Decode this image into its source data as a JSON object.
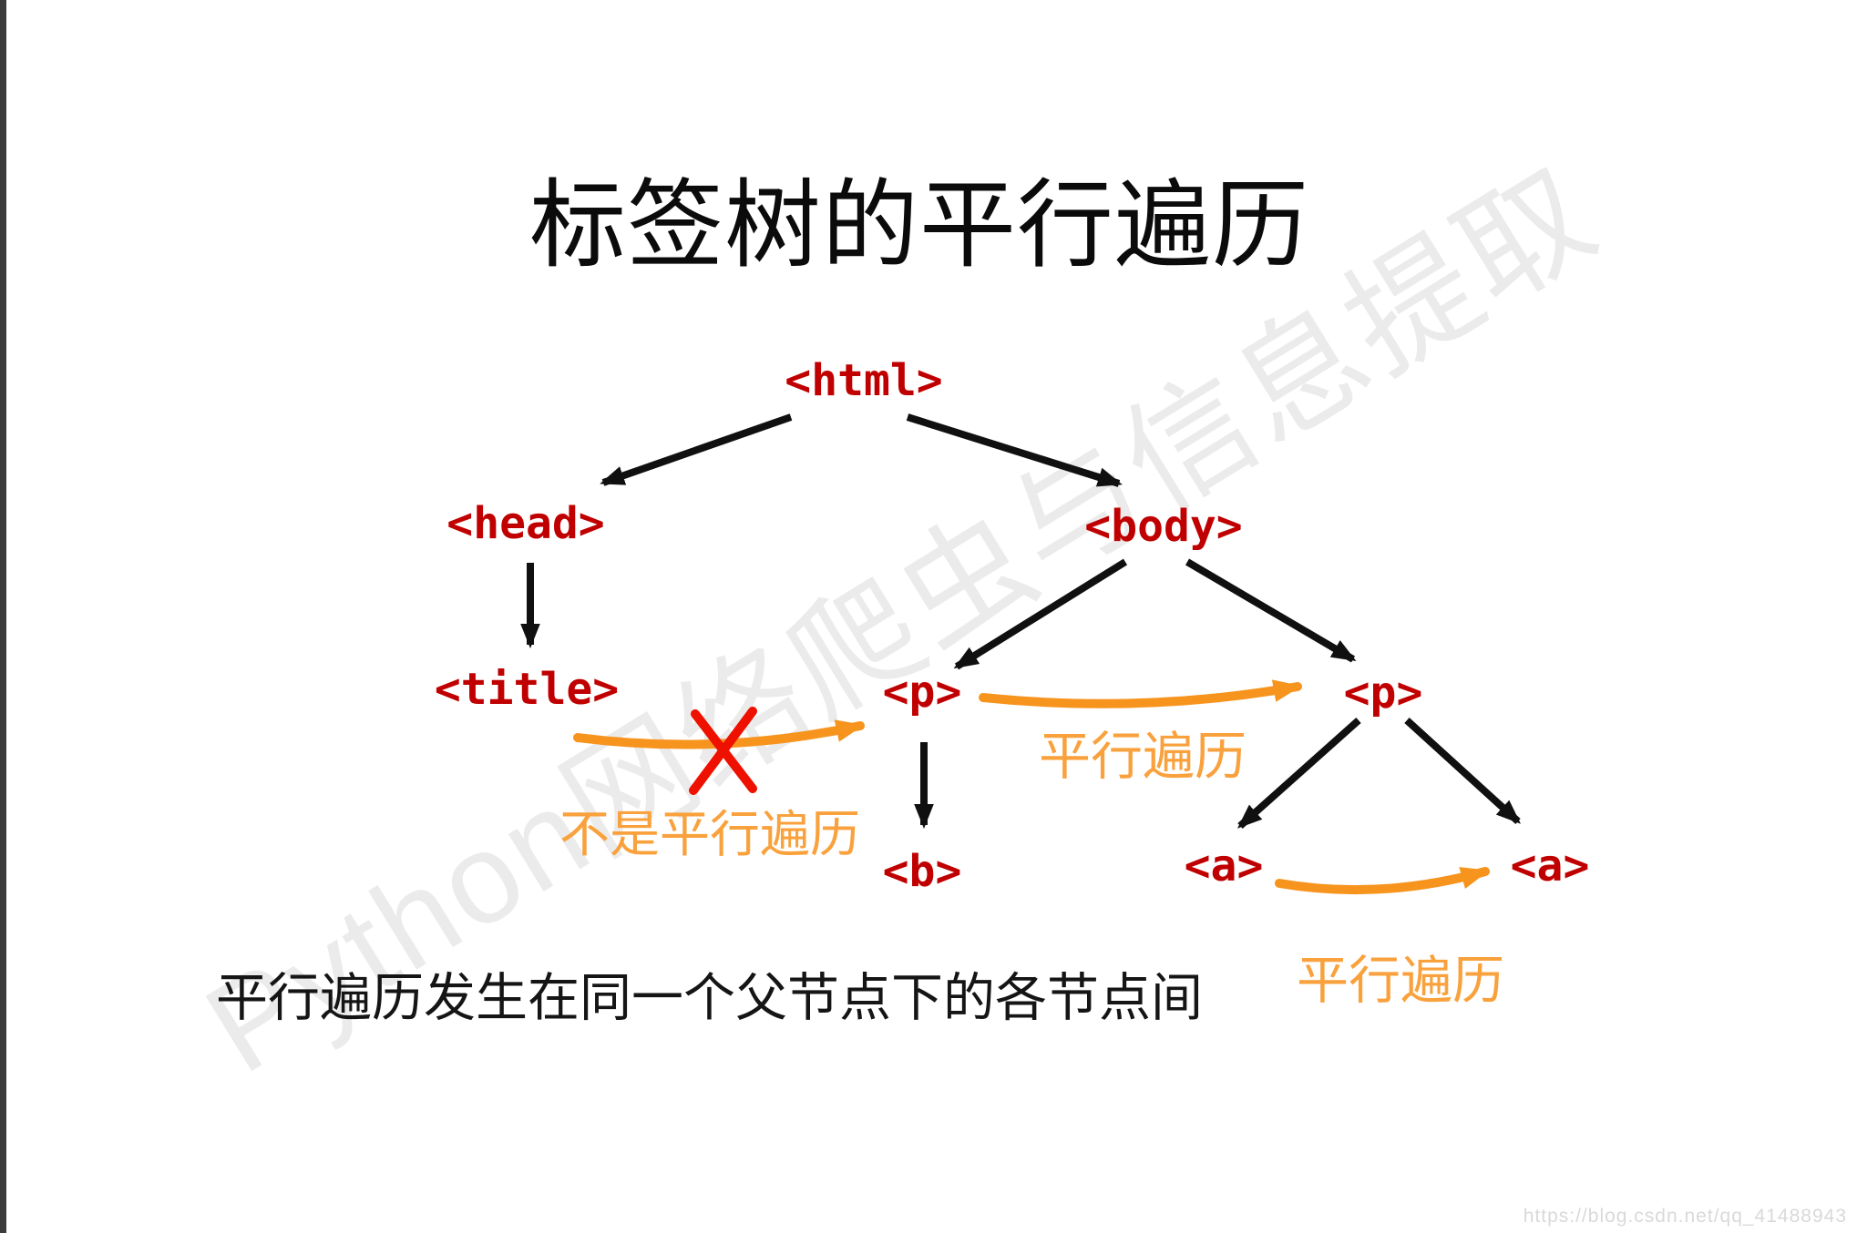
{
  "page": {
    "title": "标签树的平行遍历",
    "note": "平行遍历发生在同一个父节点下的各节点间"
  },
  "tree": {
    "nodes": {
      "html": "<html>",
      "head": "<head>",
      "body": "<body>",
      "title": "<title>",
      "p1": "<p>",
      "p2": "<p>",
      "b": "<b>",
      "a1": "<a>",
      "a2": "<a>"
    }
  },
  "labels": {
    "parallel_mid": "平行遍历",
    "parallel_bottom": "平行遍历",
    "not_parallel": "不是平行遍历"
  },
  "watermarks": {
    "diagonal": "Python网络爬虫与信息提取",
    "url": "https://blog.csdn.net/qq_41488943"
  },
  "colors": {
    "node_red": "#c00000",
    "arrow_black": "#101010",
    "arrow_orange": "#f7941e",
    "label_orange": "#f9a13c",
    "cross_red": "#ee1100",
    "border_gray": "#3c3c3c"
  }
}
